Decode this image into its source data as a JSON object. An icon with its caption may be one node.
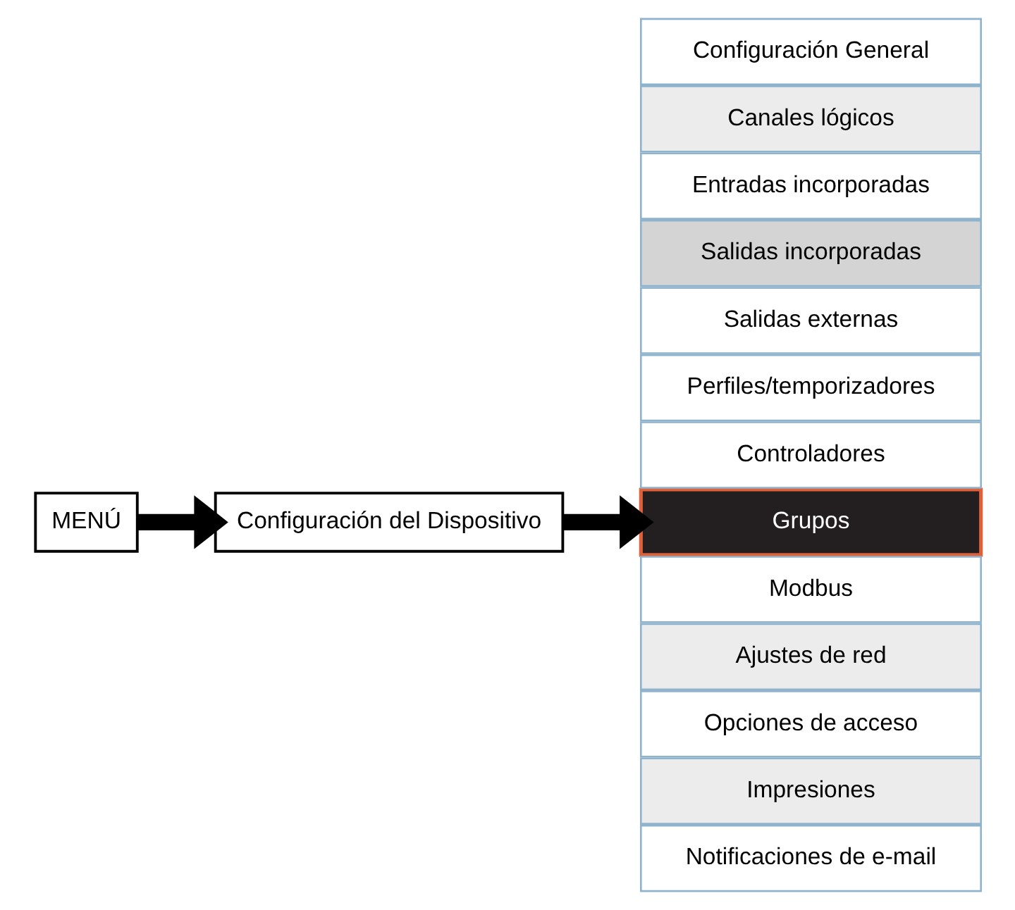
{
  "diagram": {
    "nodes": [
      {
        "text": [
          "MENÚ"
        ]
      },
      {
        "text": [
          "Configuración del Dispositivo"
        ]
      },
      {
        "text": [
          "Configuración General"
        ]
      },
      {
        "text": [
          "Canales lógicos"
        ]
      },
      {
        "text": [
          "Entradas incorporadas"
        ]
      },
      {
        "text": [
          "Salidas incorporadas"
        ]
      },
      {
        "text": [
          "Salidas externas"
        ]
      },
      {
        "text": [
          "Perfiles/temporizadores"
        ]
      },
      {
        "text": [
          "Controladores"
        ]
      },
      {
        "text": [
          "Grupos"
        ]
      },
      {
        "text": [
          "Modbus"
        ]
      },
      {
        "text": [
          "Ajustes de red"
        ]
      },
      {
        "text": [
          "Opciones de acceso"
        ]
      },
      {
        "text": [
          "Impresiones"
        ]
      },
      {
        "text": [
          "Notificaciones de e-mail"
        ]
      }
    ],
    "edges": [
      {
        "from": 0,
        "to": 1,
        "arrow": "to"
      },
      {
        "from": 1,
        "to": 9,
        "arrow": "to"
      }
    ]
  }
}
